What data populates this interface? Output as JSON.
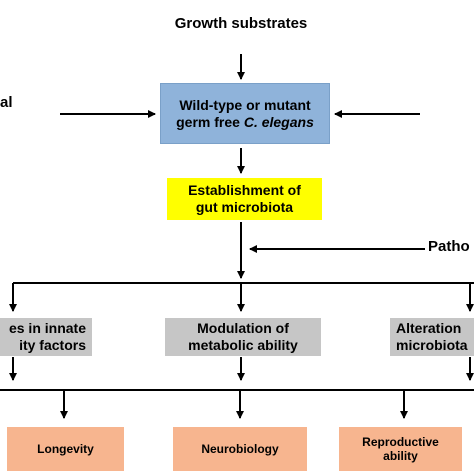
{
  "top_label": "Growth substrates",
  "left_label": "al",
  "center_box": {
    "line1": "Wild-type or mutant",
    "line2_prefix": "germ free ",
    "line2_species": "C. elegans"
  },
  "yellow_box": {
    "line1": "Establishment of",
    "line2": "gut microbiota"
  },
  "right_label": "Patho",
  "gray_boxes": [
    {
      "line1": "es in innate",
      "line2": "ity factors"
    },
    {
      "line1": "Modulation of",
      "line2": "metabolic ability"
    },
    {
      "line1": "Alteration",
      "line2": "microbiota"
    }
  ],
  "outcome_boxes": [
    {
      "line1": "Longevity",
      "line2": ""
    },
    {
      "line1": "Neurobiology",
      "line2": ""
    },
    {
      "line1": "Reproductive",
      "line2": "ability"
    }
  ],
  "colors": {
    "blue_box": "#8fb3da",
    "yellow_box": "#ffff00",
    "gray_box": "#c6c6c6",
    "outcome_box": "#f7b58f"
  }
}
